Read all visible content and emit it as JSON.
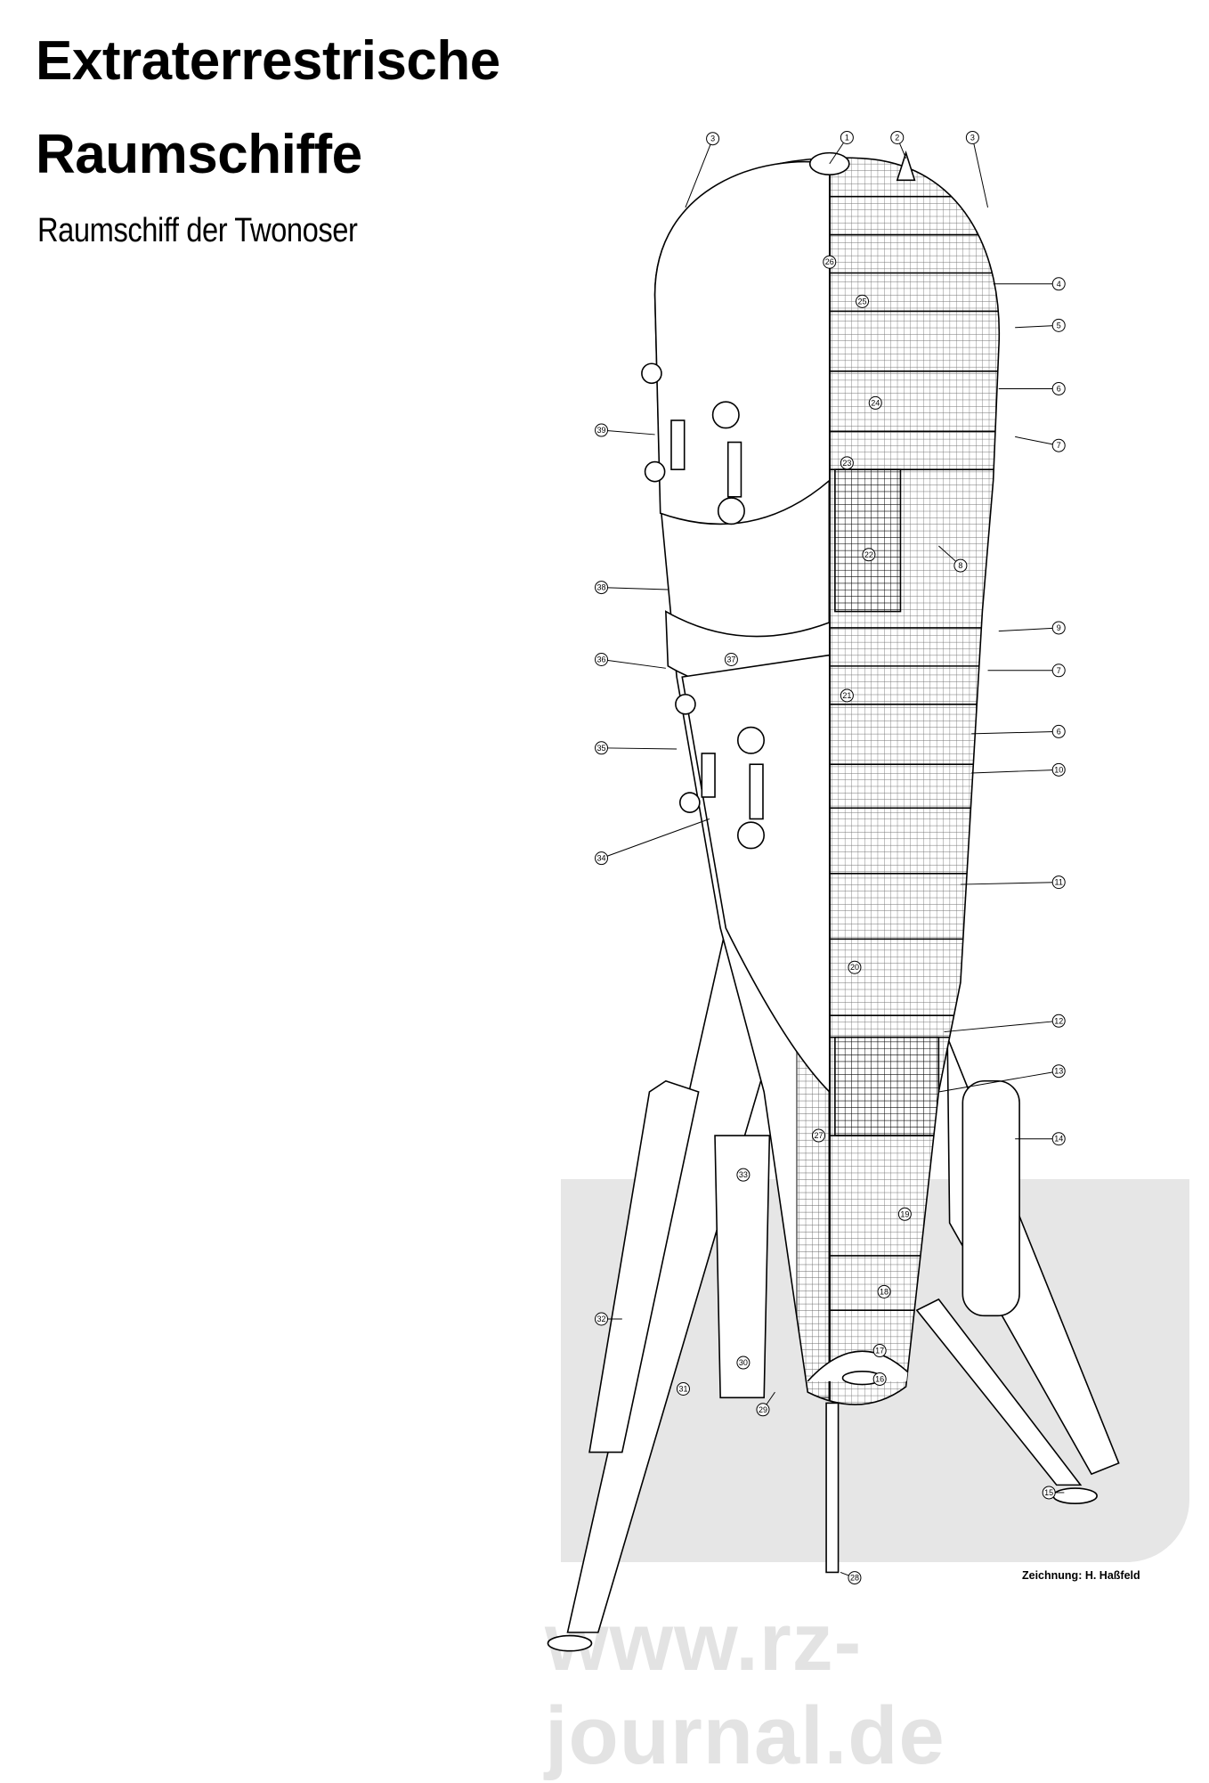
{
  "header": {
    "title_line1": "Extraterrestrische",
    "title_line2": "Raumschiffe",
    "subtitle": "Raumschiff der Twonoser"
  },
  "diagram": {
    "callouts": [
      "1",
      "2",
      "3",
      "3",
      "4",
      "5",
      "6",
      "7",
      "39",
      "8",
      "38",
      "9",
      "36",
      "7",
      "6",
      "35",
      "10",
      "34",
      "11",
      "12",
      "13",
      "14",
      "32",
      "31",
      "29",
      "30",
      "33",
      "28",
      "15",
      "16",
      "17",
      "18",
      "19",
      "20",
      "21",
      "22",
      "23",
      "24",
      "25",
      "26",
      "27",
      "37"
    ]
  },
  "credit": "Zeichnung: H. Haßfeld",
  "watermark": {
    "text": "www.rz-journal.de",
    "color": "#e3e3e3"
  }
}
